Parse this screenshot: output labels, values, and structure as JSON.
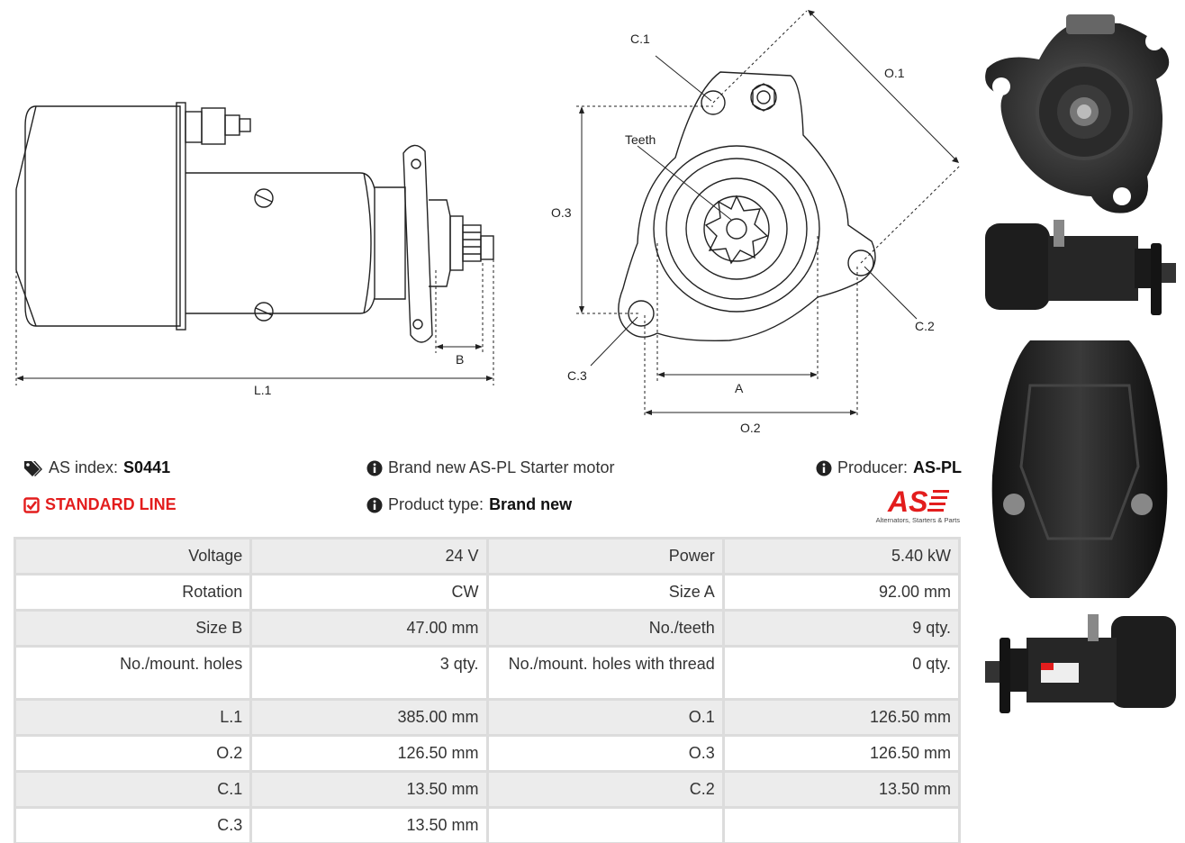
{
  "drawing": {
    "side_labels": {
      "b": "B",
      "l1": "L.1"
    },
    "front_labels": {
      "c1": "C.1",
      "o1": "O.1",
      "teeth": "Teeth",
      "o3": "O.3",
      "c2": "C.2",
      "c3": "C.3",
      "a": "A",
      "o2": "O.2"
    }
  },
  "info": {
    "as_index_label": "AS index:",
    "as_index_value": "S0441",
    "description": "Brand new AS-PL Starter motor",
    "producer_label": "Producer:",
    "producer_value": "AS-PL",
    "line": "STANDARD LINE",
    "product_type_label": "Product type:",
    "product_type_value": "Brand new",
    "logo_text": "AS",
    "logo_tagline": "Alternators, Starters & Parts"
  },
  "specs": [
    [
      "Voltage",
      "24 V",
      "Power",
      "5.40 kW"
    ],
    [
      "Rotation",
      "CW",
      "Size A",
      "92.00 mm"
    ],
    [
      "Size B",
      "47.00 mm",
      "No./teeth",
      "9 qty."
    ],
    [
      "No./mount. holes",
      "3 qty.",
      "No./mount. holes with thread",
      "0 qty."
    ],
    [
      "L.1",
      "385.00 mm",
      "O.1",
      "126.50 mm"
    ],
    [
      "O.2",
      "126.50 mm",
      "O.3",
      "126.50 mm"
    ],
    [
      "C.1",
      "13.50 mm",
      "C.2",
      "13.50 mm"
    ],
    [
      "C.3",
      "13.50 mm",
      "",
      ""
    ]
  ],
  "icons": {
    "tag": "tags-icon",
    "info": "info-circle-icon",
    "check": "check-square-icon"
  },
  "colors": {
    "accent": "#e31d1d",
    "row_gray": "#ececec"
  }
}
